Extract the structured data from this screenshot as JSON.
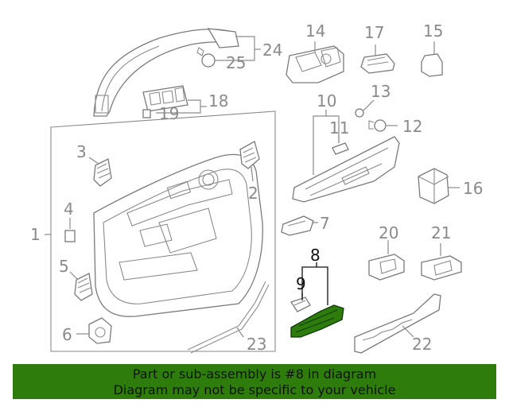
{
  "callouts": {
    "c1": "1",
    "c2": "2",
    "c3": "3",
    "c4": "4",
    "c5": "5",
    "c6": "6",
    "c7": "7",
    "c8": "8",
    "c9": "9",
    "c10": "10",
    "c11": "11",
    "c12": "12",
    "c13": "13",
    "c14": "14",
    "c15": "15",
    "c16": "16",
    "c17": "17",
    "c18": "18",
    "c19": "19",
    "c20": "20",
    "c21": "21",
    "c22": "22",
    "c23": "23",
    "c24": "24",
    "c25": "25"
  },
  "highlight": {
    "part_number": "8",
    "color": "#2e7d0c"
  },
  "banner": {
    "line1": "Part or sub-assembly is #8 in diagram",
    "line2": "Diagram may not be specific to your vehicle",
    "bg_color": "#2e7d0c"
  }
}
